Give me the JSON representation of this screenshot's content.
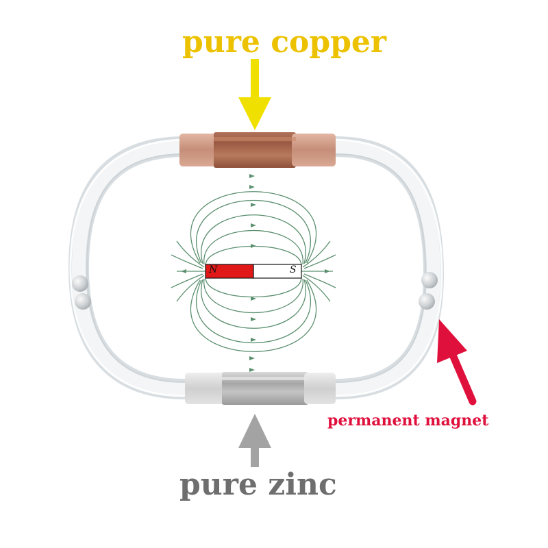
{
  "labels": {
    "copper": "pure copper",
    "zinc": "pure zinc",
    "magnet": "permanent magnet"
  },
  "bar_magnet": {
    "north": "N",
    "south": "S"
  },
  "colors": {
    "copper_label": "#ecc200",
    "copper_arrow": "#f0e000",
    "zinc_label": "#6e6e6e",
    "zinc_arrow": "#a3a3a3",
    "magnet_label": "#e0103c",
    "magnet_arrow": "#e0103c",
    "field_lines": "#5a8f6e",
    "magnet_north": "#e01818",
    "bracelet": "#e8ecee"
  },
  "icons": {
    "copper_arrow": "arrow-down-icon",
    "zinc_arrow": "arrow-up-icon",
    "magnet_arrow": "arrow-up-left-icon"
  }
}
